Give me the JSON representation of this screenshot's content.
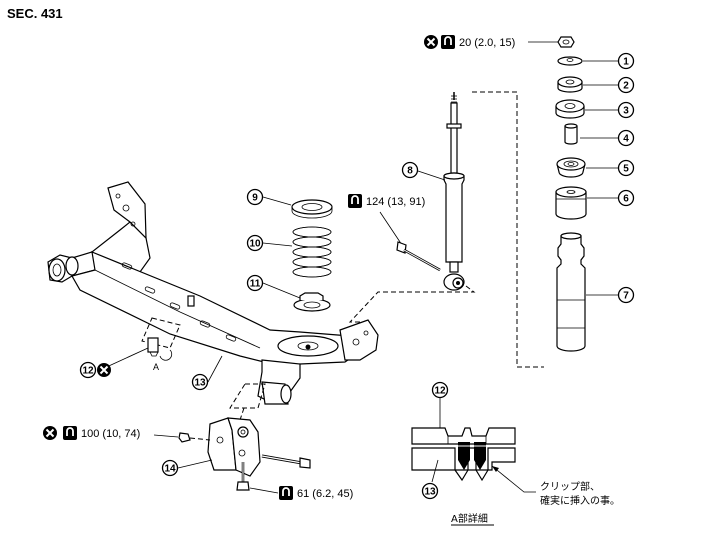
{
  "section_label": "SEC. 431",
  "torque_specs": {
    "nut_top": "20 (2.0, 15)",
    "bolt_absorber": "124 (13, 91)",
    "bolt_bracket": "100 (10, 74)",
    "bolt_lower": "61 (6.2, 45)"
  },
  "callouts": [
    "1",
    "2",
    "3",
    "4",
    "5",
    "6",
    "7",
    "8",
    "9",
    "10",
    "11",
    "12",
    "13",
    "14"
  ],
  "detail": {
    "view_letter": "A",
    "caption": "A部詳細",
    "note_line1": "クリップ部、",
    "note_line2": "確実に挿入の事。"
  },
  "icons": [
    "do-not-reuse-icon",
    "torque-wrench-icon"
  ]
}
